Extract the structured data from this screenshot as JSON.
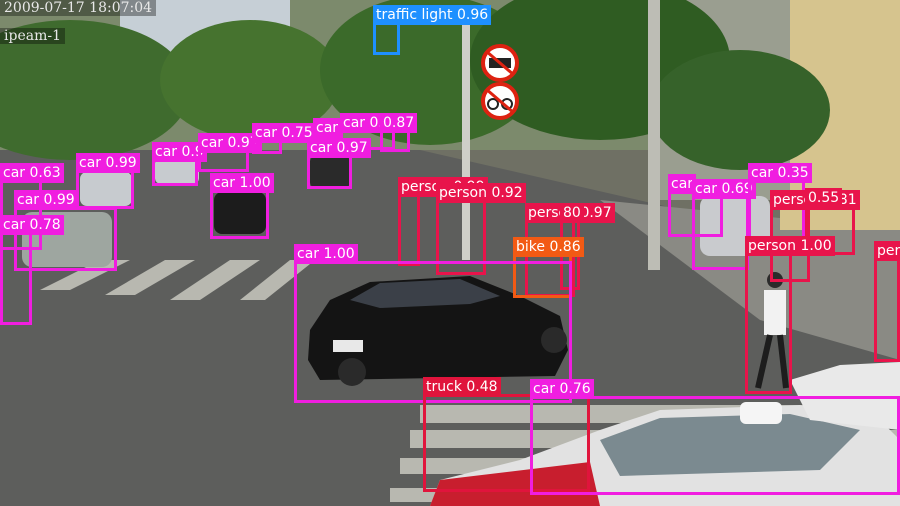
{
  "osd": {
    "timestamp": "2009-07-17  18:07:04",
    "camera": "ipeam-1"
  },
  "detections": [
    {
      "label": "traffic light 0.96",
      "cls": "tl"
    },
    {
      "label": "car 0.63",
      "cls": "car"
    },
    {
      "label": "car 0.99",
      "cls": "car"
    },
    {
      "label": "car 0.9",
      "cls": "car"
    },
    {
      "label": "car 0.97",
      "cls": "car"
    },
    {
      "label": "car 0.75",
      "cls": "car"
    },
    {
      "label": "car",
      "cls": "car"
    },
    {
      "label": "car 0.89",
      "cls": "car"
    },
    {
      "label": "0.87",
      "cls": "car"
    },
    {
      "label": "car 0.97",
      "cls": "car"
    },
    {
      "label": "car 1.00",
      "cls": "car"
    },
    {
      "label": "car 0.99",
      "cls": "car"
    },
    {
      "label": "car 0.78",
      "cls": "car"
    },
    {
      "label": "person 0.99",
      "cls": "person"
    },
    {
      "label": "person 0.92",
      "cls": "person"
    },
    {
      "label": "person 0.97",
      "cls": "person"
    },
    {
      "label": "80",
      "cls": "person"
    },
    {
      "label": "bike 0.86",
      "cls": "bike"
    },
    {
      "label": "car 1.00",
      "cls": "car"
    },
    {
      "label": "car",
      "cls": "car"
    },
    {
      "label": "car 0.69",
      "cls": "car"
    },
    {
      "label": "car 0.35",
      "cls": "car"
    },
    {
      "label": "person 0.81",
      "cls": "person"
    },
    {
      "label": "0.55",
      "cls": "person"
    },
    {
      "label": "person 1.00",
      "cls": "person"
    },
    {
      "label": "per",
      "cls": "person"
    },
    {
      "label": "truck 0.48",
      "cls": "truck"
    },
    {
      "label": "car 0.76",
      "cls": "car"
    }
  ],
  "signs": [
    "no-truck-sign-icon",
    "no-bicycle-sign-icon"
  ],
  "colors": {
    "car": "#f01ee0",
    "person": "#e8144b",
    "truck": "#e0143c",
    "bike": "#f25a14",
    "traffic_light": "#1e90ff"
  }
}
